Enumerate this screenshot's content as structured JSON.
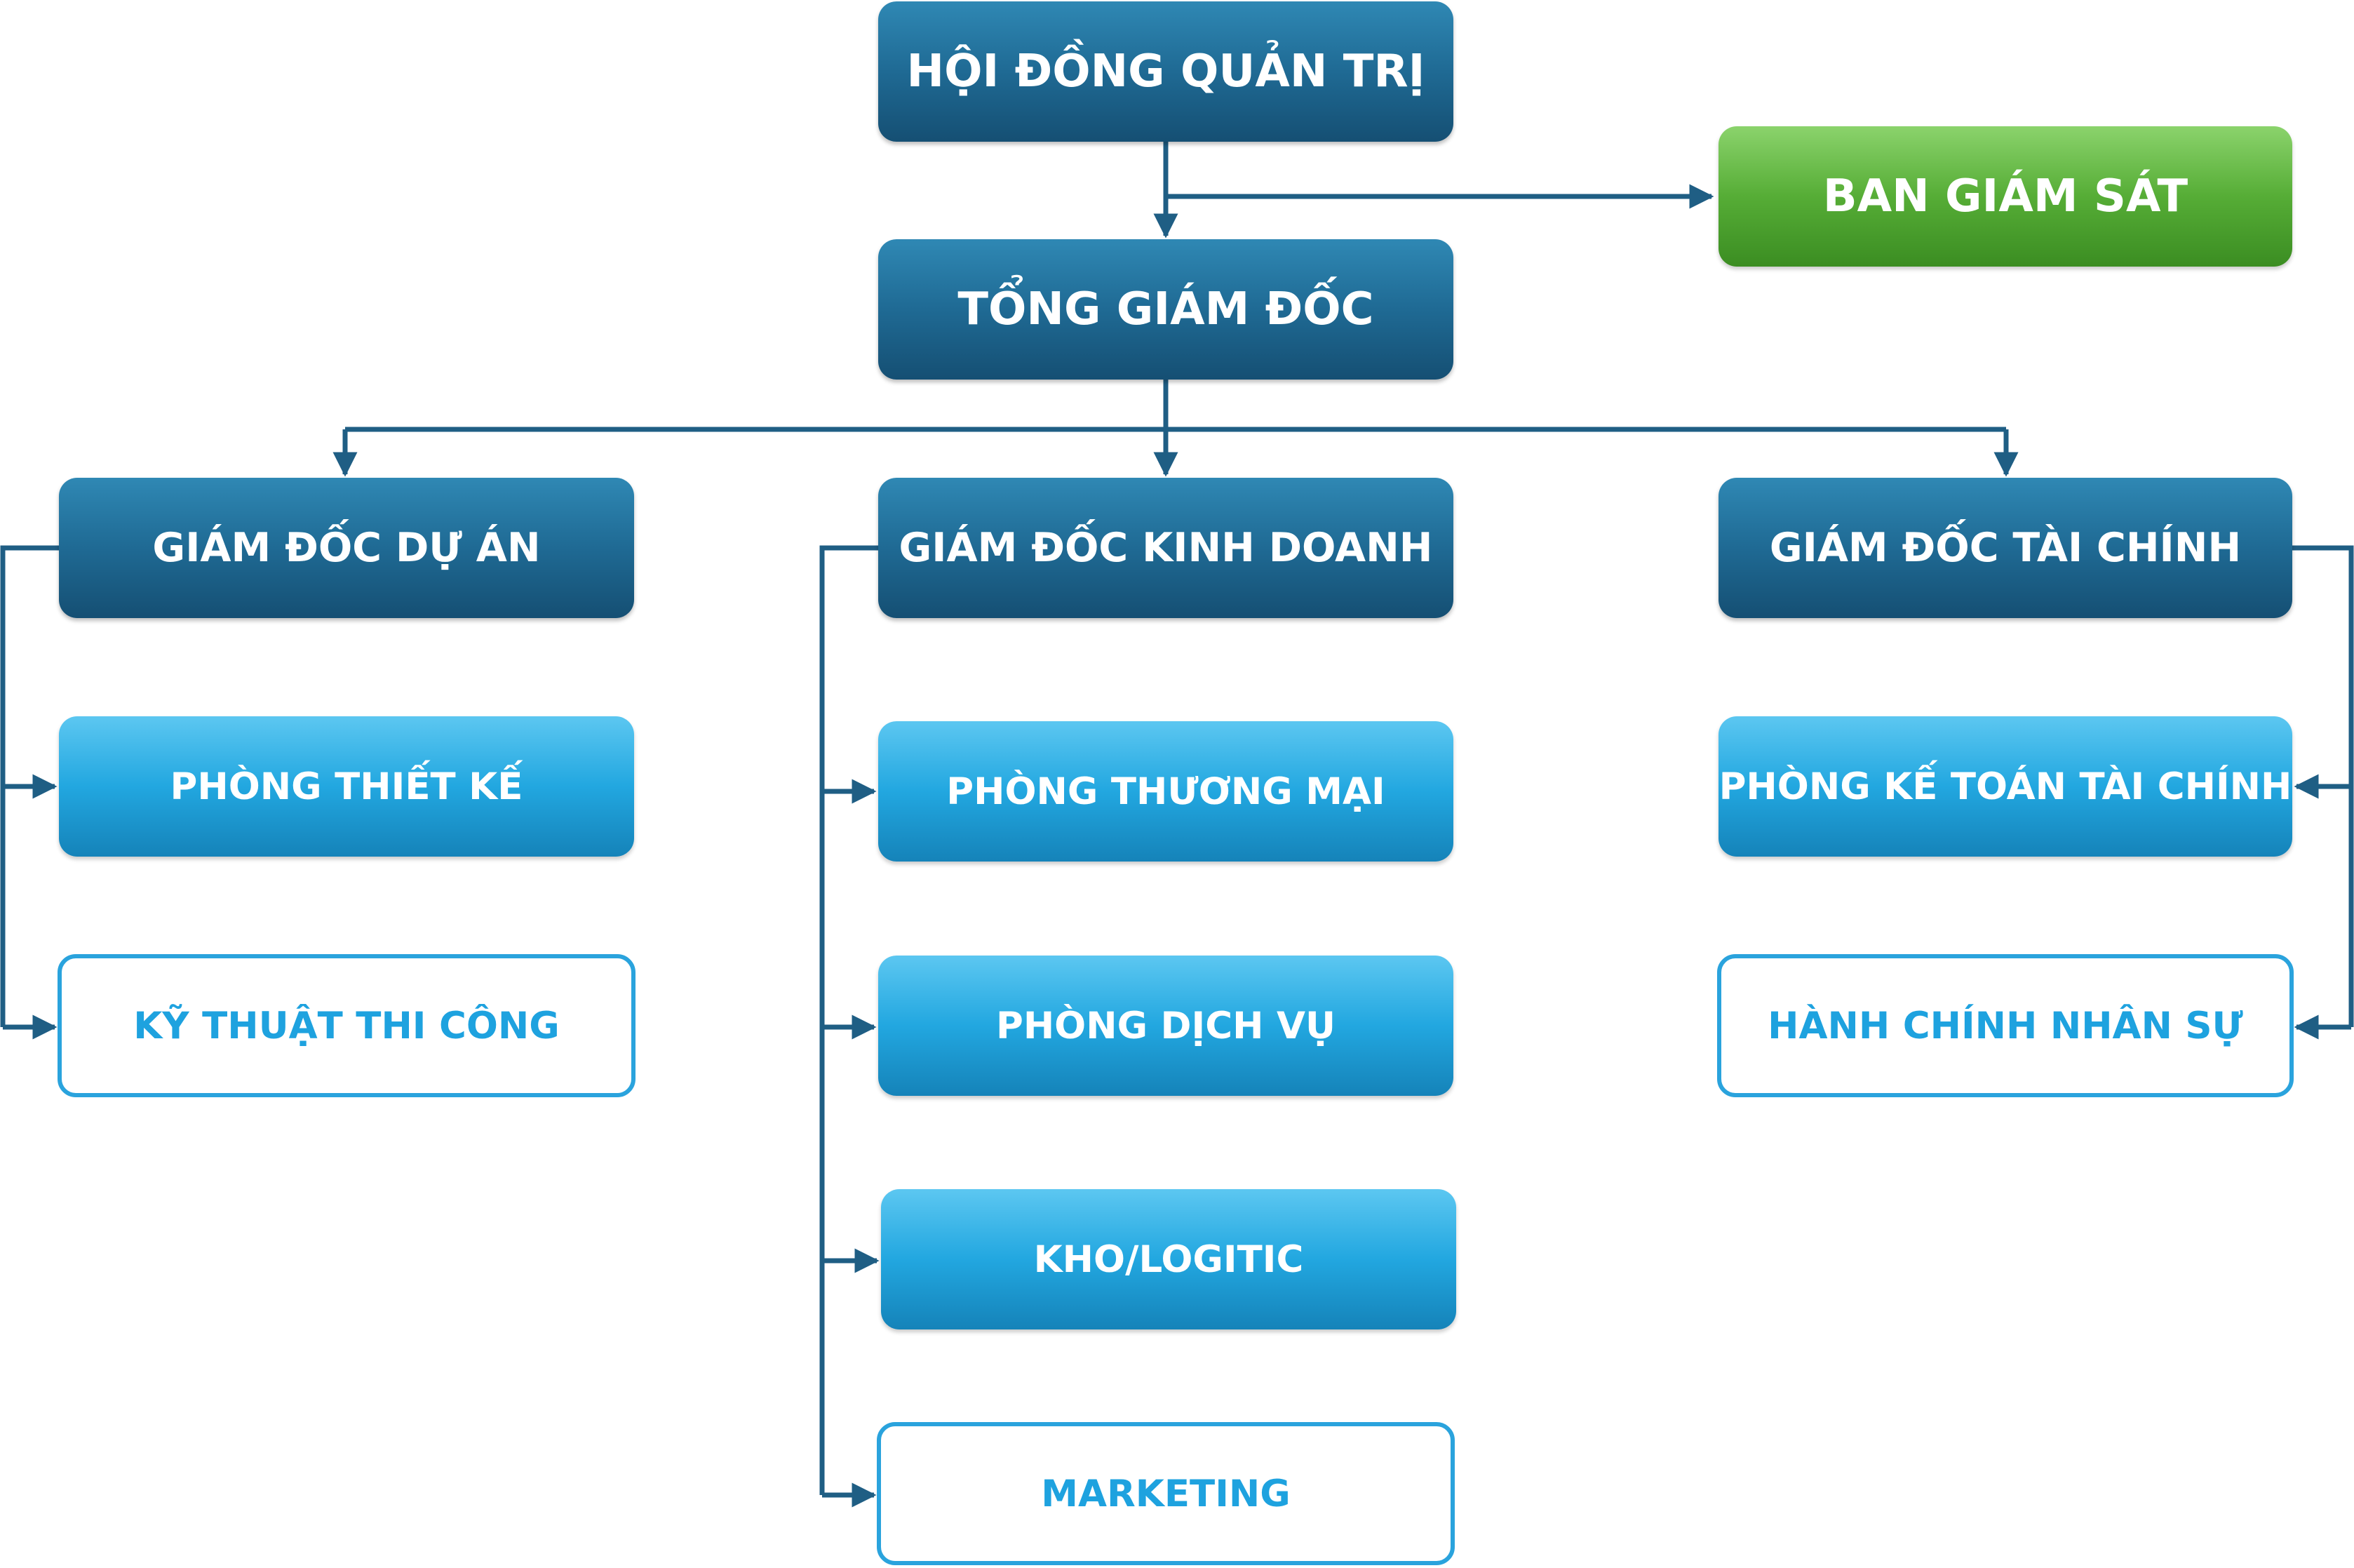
{
  "colors": {
    "connector": "#1f5e84",
    "dark_box": "#1f6a94",
    "green_box": "#56ad36",
    "light_box": "#22a7e0",
    "outline_border": "#2aa3dd",
    "outline_text": "#1ea2df"
  },
  "nodes": {
    "board": "HỘI ĐỒNG QUẢN TRỊ",
    "supervisory": "BAN GIÁM SÁT",
    "ceo": "TỔNG GIÁM ĐỐC",
    "project_director": "GIÁM ĐỐC DỰ ÁN",
    "business_director": "GIÁM ĐỐC KINH DOANH",
    "finance_director": "GIÁM ĐỐC TÀI CHÍNH",
    "design_dept": "PHÒNG THIẾT KẾ",
    "construction": "KỸ THUẬT THI CÔNG",
    "trade_dept": "PHÒNG THƯƠNG MẠI",
    "service_dept": "PHÒNG DỊCH VỤ",
    "logistics": "KHO/LOGITIC",
    "marketing": "MARKETING",
    "accounting_dept": "PHÒNG KẾ TOÁN TÀI CHÍNH",
    "hr_admin": "HÀNH CHÍNH NHÂN SỰ"
  }
}
